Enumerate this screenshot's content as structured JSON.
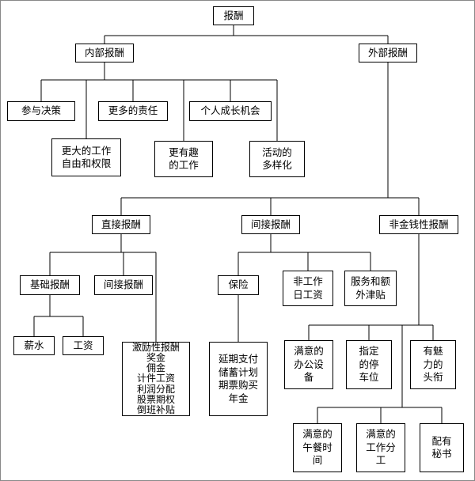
{
  "nodes": {
    "root": "报酬",
    "internal": "内部报酬",
    "external": "外部报酬",
    "participate_decision": "参与决策",
    "more_responsibility": "更多的责任",
    "personal_growth": "个人成长机会",
    "greater_freedom": "更大的工作\n自由和权限",
    "interesting_work": "更有趣\n的工作",
    "activity_diversity": "活动的\n多样化",
    "direct": "直接报酬",
    "indirect": "间接报酬",
    "non_monetary": "非金钱性报酬",
    "base_pay": "基础报酬",
    "indirect2": "间接报酬",
    "insurance": "保险",
    "nonworkday_pay": "非工作\n日工资",
    "services_allowance": "服务和额\n外津贴",
    "salary": "薪水",
    "wage": "工资",
    "incentive_list": "激励性报酬\n奖金\n佣金\n计件工资\n利润分配\n股票期权\n倒班补贴",
    "deferred_list": "延期支付\n储蓄计划\n期票购买\n年金",
    "office_equipment": "满意的\n办公设\n备",
    "parking": "指定\n的停\n车位",
    "attractive_title": "有魅\n力的\n头衔",
    "lunch_time": "满意的\n午餐时\n间",
    "work_division": "满意的\n工作分\n工",
    "secretary": "配有\n秘书"
  }
}
